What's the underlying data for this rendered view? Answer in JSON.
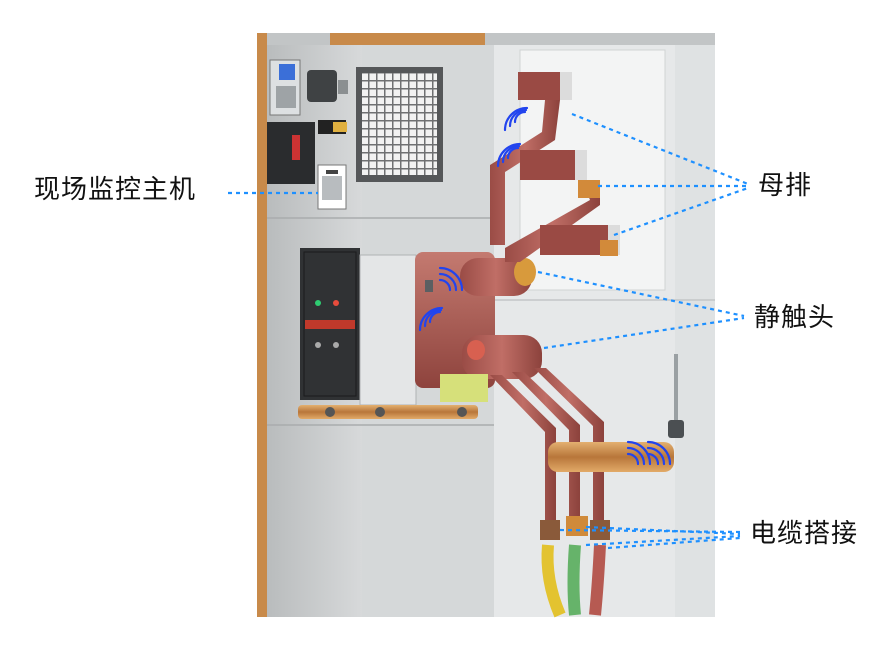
{
  "labels": {
    "monitor_host": "现场监控主机",
    "busbar": "母排",
    "static_contact": "静触头",
    "cable_joint": "电缆搭接"
  },
  "colors": {
    "leader_line": "#1e90ff",
    "copper_busbar": "#b05a52",
    "cabinet_gray": "#cfd2d3",
    "wall_frame": "#c88a4a",
    "wireless_signal": "#2244ee"
  },
  "icons": [
    "wireless-signal-icon",
    "temperature-sensor-icon",
    "monitor-host-device-icon"
  ]
}
